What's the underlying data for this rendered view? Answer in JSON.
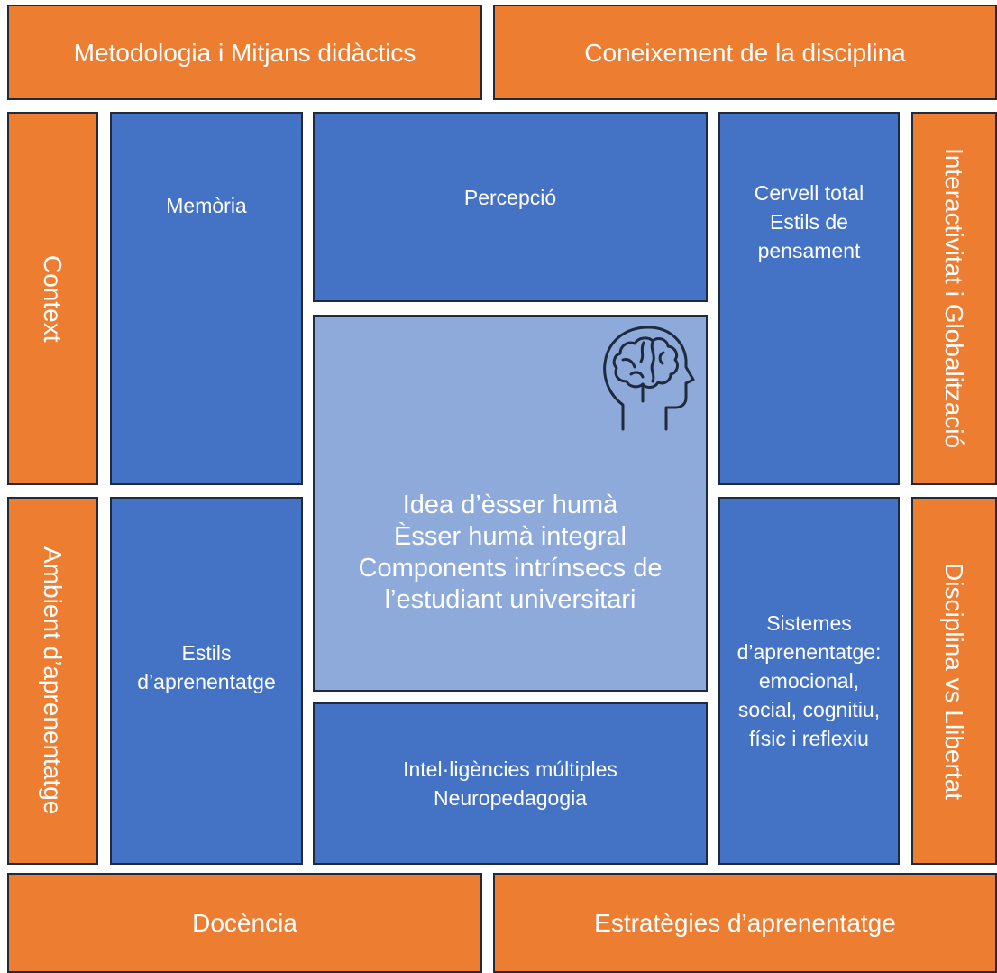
{
  "colors": {
    "orange": "#ed7d31",
    "blue": "#4472c4",
    "light_blue": "#8eaadb",
    "border": "#1f2a3c"
  },
  "top_bar": {
    "left": "Metodologia i Mitjans didàctics",
    "right": "Coneixement de la disciplina"
  },
  "bottom_bar": {
    "left": "Docència",
    "right": "Estratègies d’aprenentatge"
  },
  "left_column": {
    "top": "Context",
    "bottom": "Ambient d’aprenentatge"
  },
  "right_column": {
    "top": "Interactivitat i Globalització",
    "bottom": "Disciplina vs Llibertat"
  },
  "inner": {
    "memoria": "Memòria",
    "estils_aprenentatge": "Estils\nd’aprenentatge",
    "percepcio": "Percepció",
    "cervell": "Cervell total\nEstils de\npensament",
    "sistemes": "Sistemes\nd’aprenentatge:\nemocional,\nsocial, cognitiu,\nfísic i reflexiu",
    "intelligencies": "Intel·ligències múltiples\nNeuropedagogia"
  },
  "center": {
    "icon": "brain-head-icon",
    "text": "Idea d’èsser humà\nÈsser humà integral\nComponents intrínsecs de\nl’estudiant universitari"
  }
}
